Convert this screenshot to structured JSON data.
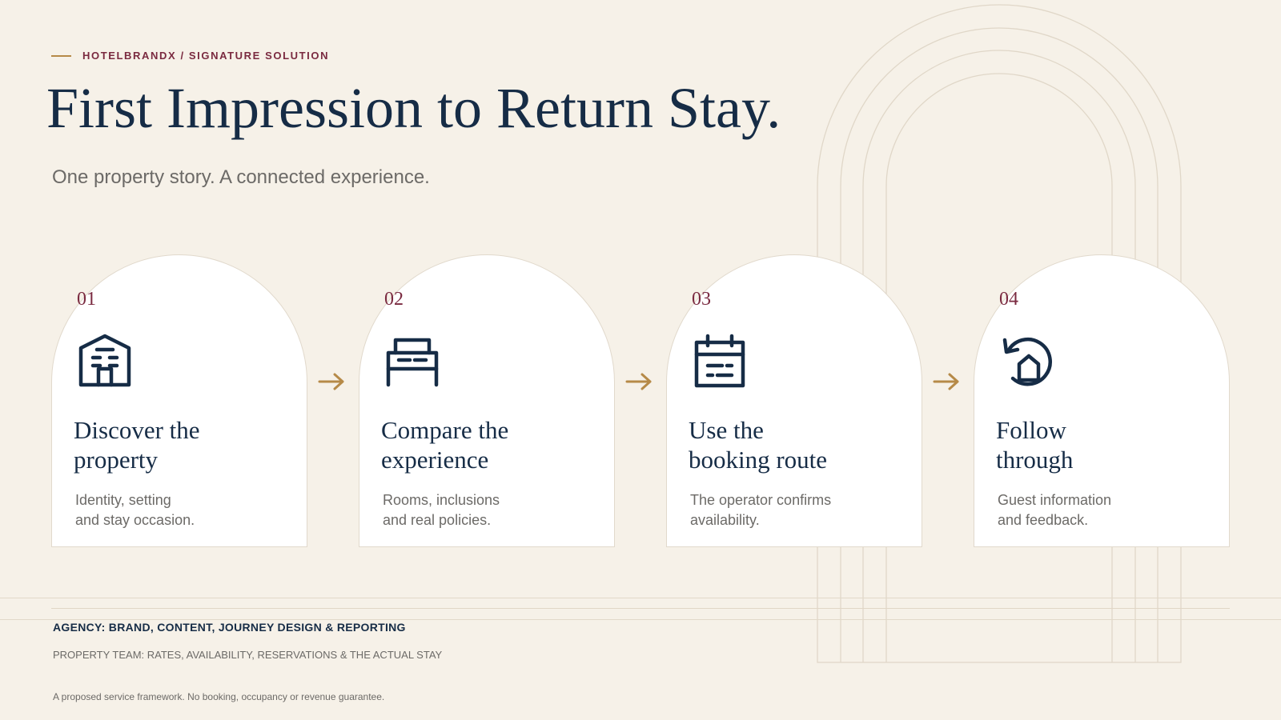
{
  "header": {
    "eyebrow": "HOTELBRANDX / SIGNATURE SOLUTION",
    "title": "First Impression to Return Stay.",
    "subtitle": "One property story. A connected experience."
  },
  "steps": [
    {
      "number": "01",
      "icon": "building-icon",
      "title_line1": "Discover the",
      "title_line2": "property",
      "desc_line1": "Identity, setting",
      "desc_line2": "and stay occasion."
    },
    {
      "number": "02",
      "icon": "bed-icon",
      "title_line1": "Compare the",
      "title_line2": "experience",
      "desc_line1": "Rooms, inclusions",
      "desc_line2": "and real policies."
    },
    {
      "number": "03",
      "icon": "calendar-icon",
      "title_line1": "Use the",
      "title_line2": "booking route",
      "desc_line1": "The operator confirms",
      "desc_line2": "availability."
    },
    {
      "number": "04",
      "icon": "return-home-icon",
      "title_line1": "Follow",
      "title_line2": "through",
      "desc_line1": "Guest information",
      "desc_line2": "and feedback."
    }
  ],
  "footer": {
    "agency": "AGENCY: BRAND, CONTENT, JOURNEY DESIGN & REPORTING",
    "property_team": "PROPERTY TEAM: RATES, AVAILABILITY, RESERVATIONS & THE ACTUAL STAY",
    "disclaimer": "A proposed service framework. No booking, occupancy or revenue guarantee."
  },
  "colors": {
    "background": "#f6f1e8",
    "navy": "#162c46",
    "burgundy": "#7a2a40",
    "gold": "#b68a48",
    "muted_text": "#6c6a67"
  }
}
